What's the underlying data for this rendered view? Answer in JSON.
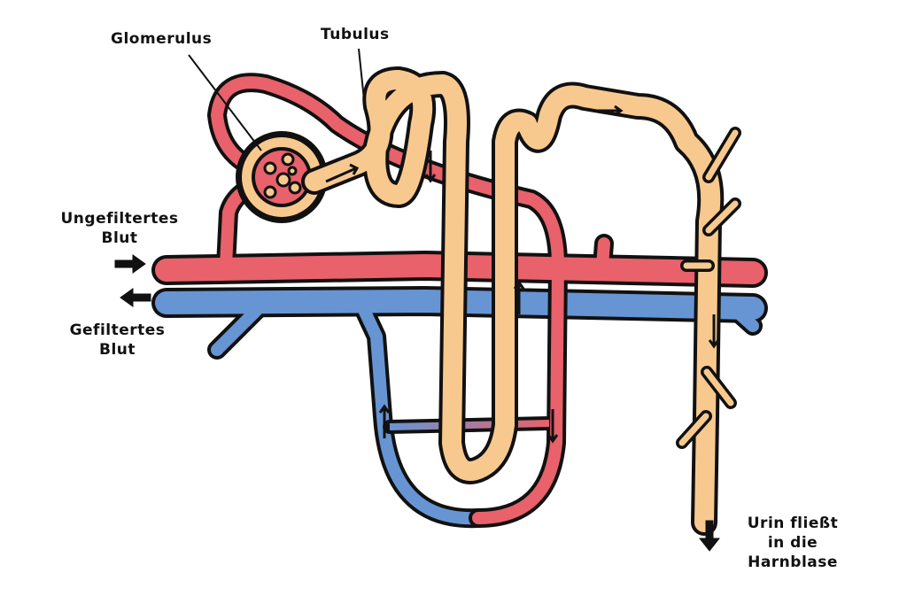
{
  "labels": {
    "glomerulus": "Glomerulus",
    "tubulus": "Tubulus",
    "unfiltered_line1": "Ungefiltertes",
    "unfiltered_line2": "Blut",
    "filtered_line1": "Gefiltertes",
    "filtered_line2": "Blut",
    "urine_line1": "Urin fließt",
    "urine_line2": "in die",
    "urine_line3": "Harnblase"
  },
  "colors": {
    "artery": "#e8616b",
    "vein": "#6795d3",
    "tubule": "#f8c98f",
    "outline": "#111111"
  }
}
